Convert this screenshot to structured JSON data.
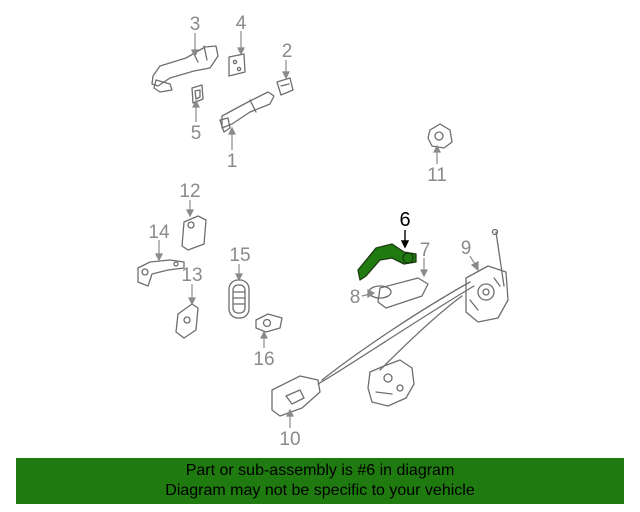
{
  "diagram": {
    "callouts": [
      {
        "number": "1"
      },
      {
        "number": "2"
      },
      {
        "number": "3"
      },
      {
        "number": "4"
      },
      {
        "number": "5"
      },
      {
        "number": "6"
      },
      {
        "number": "7"
      },
      {
        "number": "8"
      },
      {
        "number": "9"
      },
      {
        "number": "10"
      },
      {
        "number": "11"
      },
      {
        "number": "12"
      },
      {
        "number": "13"
      },
      {
        "number": "14"
      },
      {
        "number": "15"
      },
      {
        "number": "16"
      }
    ],
    "highlighted_part": "6"
  },
  "footer": {
    "line1": "Part or sub-assembly is #6 in diagram",
    "line2": "Diagram may not be specific to your vehicle"
  },
  "colors": {
    "highlight_fill": "#1f7a10",
    "footer_bg": "#1f7a10",
    "line_art": "#6e6e6e",
    "label_gray": "#8a8a8a"
  }
}
